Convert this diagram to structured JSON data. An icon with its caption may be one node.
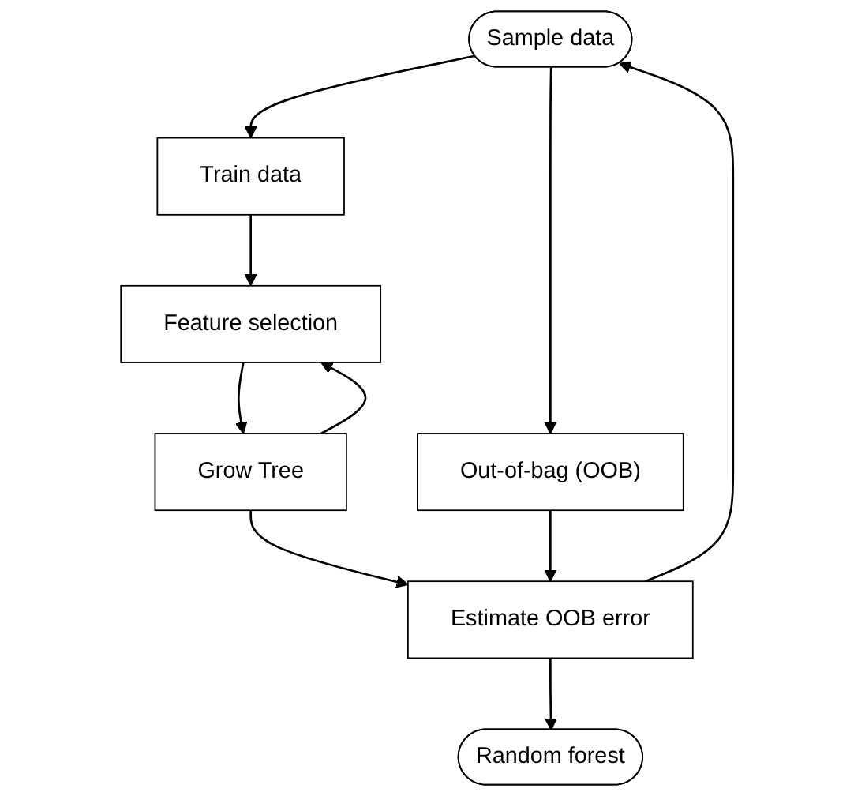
{
  "diagram": {
    "nodes": [
      {
        "text": [
          "Sample data"
        ]
      },
      {
        "text": [
          "Train data"
        ]
      },
      {
        "text": [
          "Out-of-bag (OOB)"
        ]
      },
      {
        "text": [
          "Feature selection"
        ]
      },
      {
        "text": [
          "Grow Tree"
        ]
      },
      {
        "text": [
          "Estimate OOB error"
        ]
      },
      {
        "text": [
          "Random forest"
        ]
      }
    ],
    "edges": [
      {
        "from": 0,
        "to": 1,
        "arrow": "to"
      },
      {
        "from": 0,
        "to": 2,
        "arrow": "to"
      },
      {
        "from": 1,
        "to": 3,
        "arrow": "to"
      },
      {
        "from": 3,
        "to": 4,
        "arrow": "to"
      },
      {
        "from": 4,
        "to": 3,
        "arrow": "to"
      },
      {
        "from": 4,
        "to": 5,
        "arrow": "to"
      },
      {
        "from": 2,
        "to": 5,
        "arrow": "to"
      },
      {
        "from": 5,
        "to": 0,
        "arrow": "to"
      },
      {
        "from": 5,
        "to": 6,
        "arrow": "to"
      }
    ]
  }
}
